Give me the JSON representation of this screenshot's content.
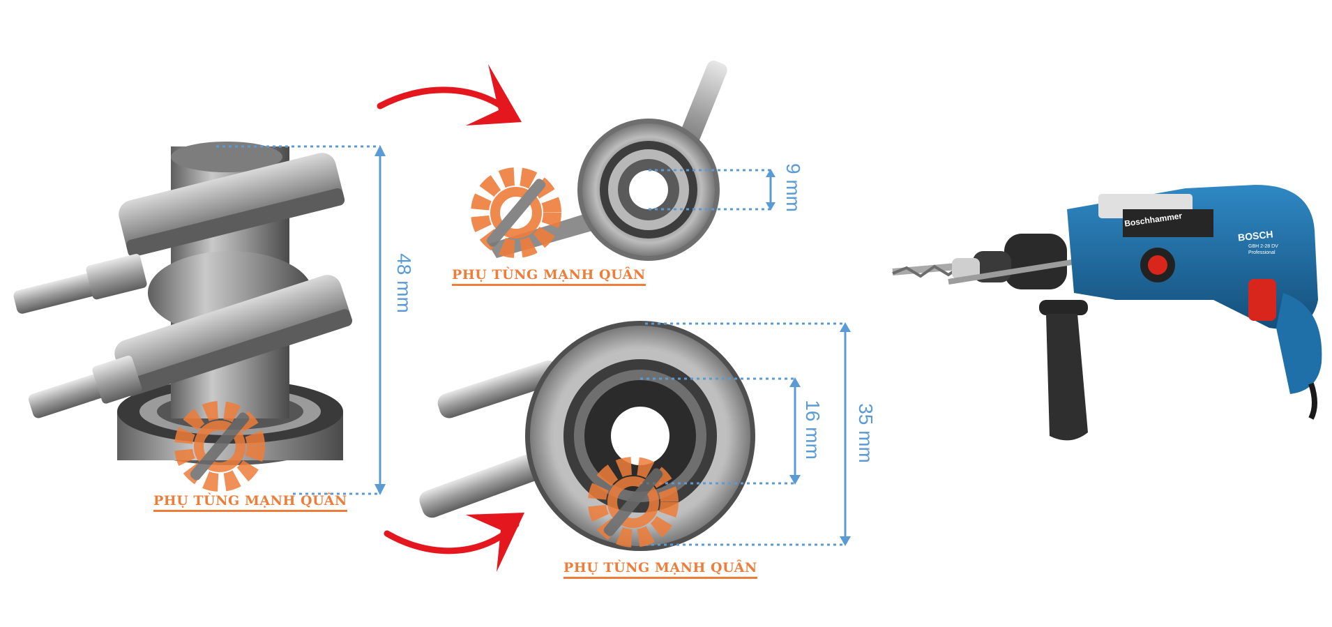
{
  "dimensions": {
    "part_height": "48 mm",
    "small_bore": "9 mm",
    "large_bore": "16 mm",
    "large_outer": "35 mm"
  },
  "watermark": {
    "text": "PHỤ TÙNG MẠNH QUÂN"
  },
  "drill_labels": {
    "model": "Boschhammer",
    "brand": "BOSCH",
    "model_code": "GBH 2-28 DV",
    "line": "Professional"
  },
  "colors": {
    "arrow": "#e3171d",
    "dimension": "#5b9bd5",
    "watermark": "#ee7d3a",
    "metal": "#8f8f8f",
    "drill_body": "#1f6fa8"
  },
  "icons": [
    "curved-arrow-icon",
    "gear-wrench-logo-icon"
  ]
}
